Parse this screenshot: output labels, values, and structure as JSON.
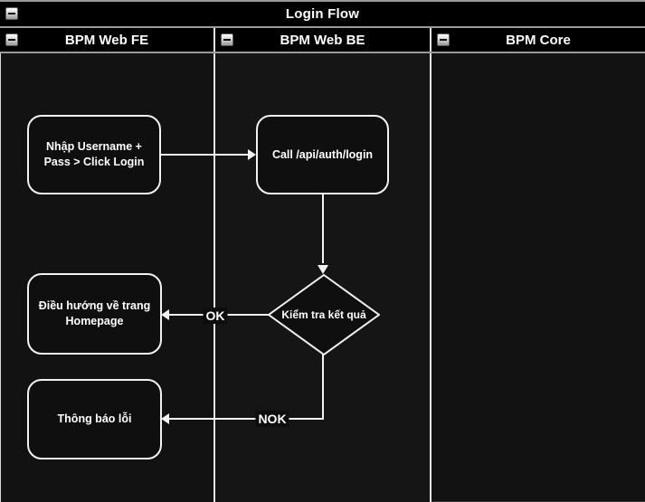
{
  "diagram": {
    "title": "Login Flow",
    "lanes": [
      {
        "label": "BPM Web FE"
      },
      {
        "label": "BPM Web BE"
      },
      {
        "label": "BPM Core"
      }
    ],
    "nodes": {
      "input_login": "Nhập Username +\nPass > Click Login",
      "call_api": "Call /api/auth/login",
      "check_result": "Kiểm tra kết quả",
      "redirect_home": "Điều hướng về trang\nHomepage",
      "error_notice": "Thông báo lỗi"
    },
    "edge_labels": {
      "ok": "OK",
      "nok": "NOK"
    },
    "colors": {
      "background": "#121212",
      "lane_alt_background": "#151515",
      "header_background": "#000000",
      "stroke": "#f2f2f2",
      "frame_line": "#9a9a9a",
      "text": "#ffffff"
    }
  }
}
